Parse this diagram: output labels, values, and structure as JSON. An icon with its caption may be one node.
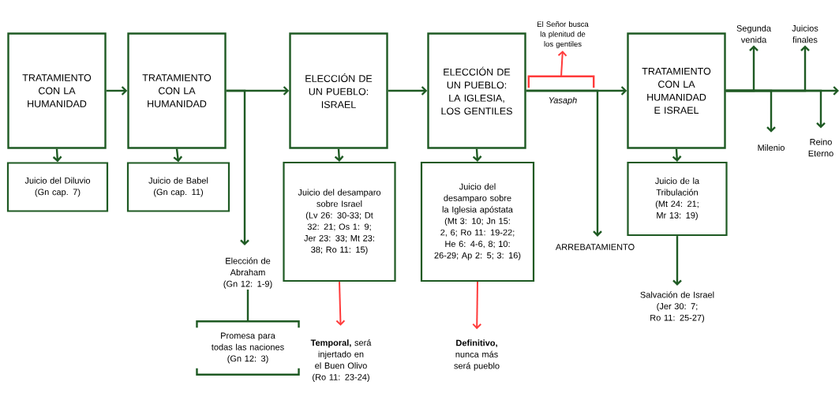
{
  "diagram": {
    "nodes": [
      {
        "text": [
          "TRATAMIENTO CON LA HUMANIDAD"
        ]
      },
      {
        "text": [
          "TRATAMIENTO CON LA HUMANIDAD"
        ]
      },
      {
        "text": [
          "ELECCIÓN DE UN PUEBLO: ISRAEL"
        ]
      },
      {
        "text": [
          "ELECCIÓN DE UN PUEBLO: LA IGLESIA, LOS GENTILES"
        ]
      },
      {
        "text": [
          "TRATAMIENTO CON LA HUMANIDAD E ISRAEL"
        ]
      },
      {
        "text": [
          "Juicio del Diluvio (Gn cap. 7)"
        ]
      },
      {
        "text": [
          "Juicio de Babel (Gn cap. 11)"
        ]
      },
      {
        "text": [
          "Juicio del desamparo sobre Israel",
          "(Lv 26: 30-33; Dt 32: 21; Os 1: 9; Jer 23: 33; Mt 23: 38; Ro 11: 15)"
        ]
      },
      {
        "text": [
          "Juicio del desamparo sobre la Iglesia apóstata",
          "(Mt 3: 10; Jn 15: 2, 6; Ro 11: 19-22; He 6: 4-6, 8; 10: 26-29; Ap 2: 5; 3: 16)"
        ]
      },
      {
        "text": [
          "Juicio de la Tribulación",
          "(Mt 24: 21; Mr 13: 19)"
        ]
      },
      {
        "text": [
          "Elección de Abraham",
          "(Gn 12: 1-9)"
        ]
      },
      {
        "text": [
          "Promesa para todas las naciones",
          "(Gn 12: 3)"
        ]
      },
      {
        "text": [
          "**Temporal,** será injertado en el Buen Olivo (Ro 11: 23-24)"
        ]
      },
      {
        "text": [
          "**Definitivo,** nunca más será pueblo"
        ]
      },
      {
        "text": [
          "ARREBATAMIENTO"
        ]
      },
      {
        "text": [
          "Salvación de Israel",
          "(Jer 30: 7; Ro 11: 25-27)"
        ]
      },
      {
        "text": [
          "El Señor busca la plenitud de los gentiles"
        ]
      },
      {
        "text": [
          "Segunda venida"
        ]
      },
      {
        "text": [
          "Juicios finales"
        ]
      },
      {
        "text": [
          "Milenio"
        ]
      },
      {
        "text": [
          "Reino Eterno"
        ]
      },
      {
        "text": [],
        "shape": "bracket"
      }
    ],
    "edges": [
      {
        "from": 0,
        "to": 1,
        "arrow": "to"
      },
      {
        "from": 1,
        "to": 2,
        "arrow": "to"
      },
      {
        "from": 1,
        "to": 10,
        "arrow": "to"
      },
      {
        "from": 2,
        "to": 3,
        "arrow": "to"
      },
      {
        "from": 3,
        "to": 4,
        "arrow": "to"
      },
      {
        "from": 3,
        "to": 14,
        "arrow": "to"
      },
      {
        "from": 4,
        "to": null,
        "arrow": "to"
      },
      {
        "from": 4,
        "to": 17,
        "arrow": "to"
      },
      {
        "from": 4,
        "to": 18,
        "arrow": "to"
      },
      {
        "from": 4,
        "to": 19,
        "arrow": "to"
      },
      {
        "from": 4,
        "to": 20,
        "arrow": "to"
      },
      {
        "from": 0,
        "to": 5,
        "arrow": "to"
      },
      {
        "from": 1,
        "to": 6,
        "arrow": "to"
      },
      {
        "from": 2,
        "to": 7,
        "arrow": "to"
      },
      {
        "from": 3,
        "to": 8,
        "arrow": "to"
      },
      {
        "from": 4,
        "to": 9,
        "arrow": "to"
      },
      {
        "from": 9,
        "to": 15,
        "arrow": "to"
      },
      {
        "from": 10,
        "to": 11,
        "arrow": "none"
      },
      {
        "from": 7,
        "to": 12,
        "arrow": "to",
        "color": "#ff3b3b"
      },
      {
        "from": 8,
        "to": 13,
        "arrow": "to",
        "color": "#ff3b3b"
      },
      {
        "from": 21,
        "to": 16,
        "arrow": "to",
        "color": "#ff3b3b"
      }
    ],
    "labels": [
      "Yasaph"
    ]
  }
}
